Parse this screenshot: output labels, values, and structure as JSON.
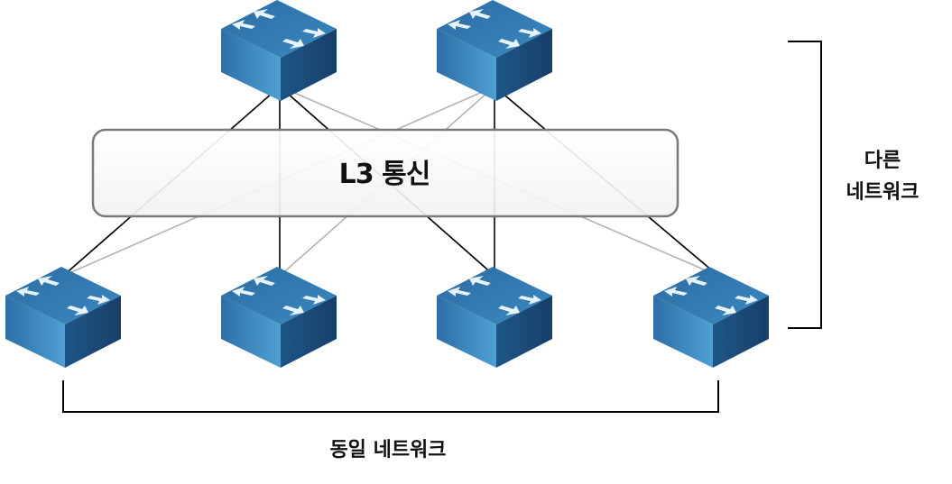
{
  "core_box_label": "L3 통신",
  "other_network_label": [
    "다른",
    "네트워크"
  ],
  "same_network_label": "동일 네트워크",
  "top_switches": [
    "switch-icon",
    "switch-icon"
  ],
  "bottom_switches": [
    "switch-icon",
    "switch-icon",
    "switch-icon",
    "switch-icon"
  ],
  "colors": {
    "switch_top": "#2f73a8",
    "switch_front": "#3d8ec4",
    "switch_side": "#1d4f7d",
    "link_strong": "#000000",
    "link_faint": "#b3b3b3",
    "core_box_border": "#7a7a7a"
  }
}
